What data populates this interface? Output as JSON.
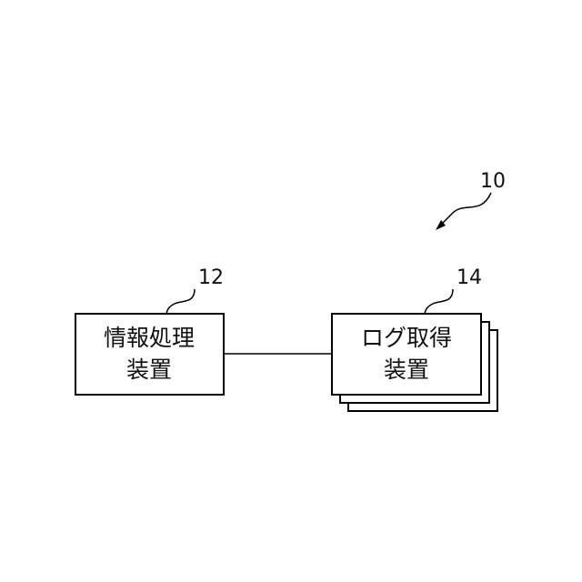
{
  "diagram": {
    "system_ref": "10",
    "info_processor": {
      "ref": "12",
      "label_line1": "情報処理",
      "label_line2": "装置"
    },
    "log_acquirer": {
      "ref": "14",
      "label_line1": "ログ取得",
      "label_line2": "装置"
    }
  }
}
